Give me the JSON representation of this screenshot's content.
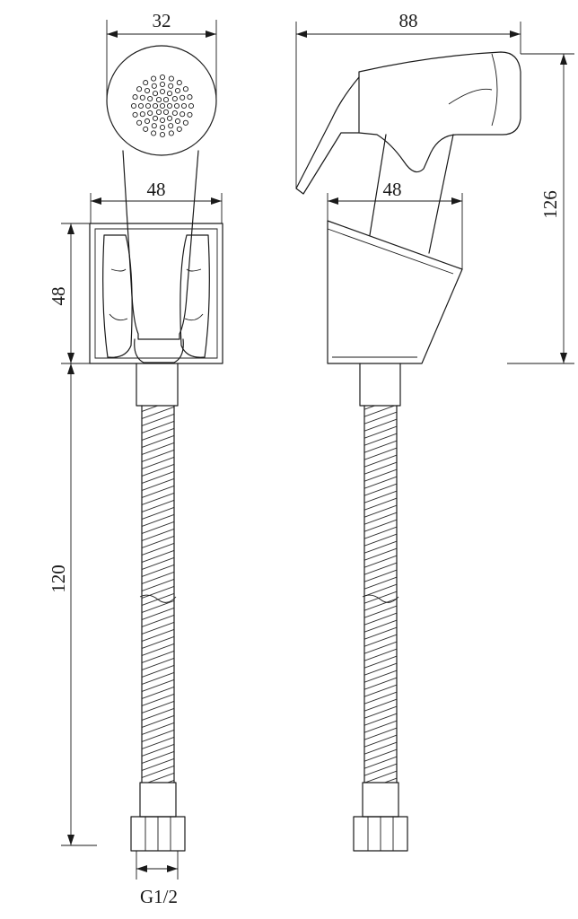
{
  "dimensions": {
    "head_width": "32",
    "side_length": "88",
    "holder_width_front": "48",
    "holder_width_side": "48",
    "holder_height": "48",
    "total_height": "126",
    "hose_length": "120",
    "thread": "G1/2"
  }
}
